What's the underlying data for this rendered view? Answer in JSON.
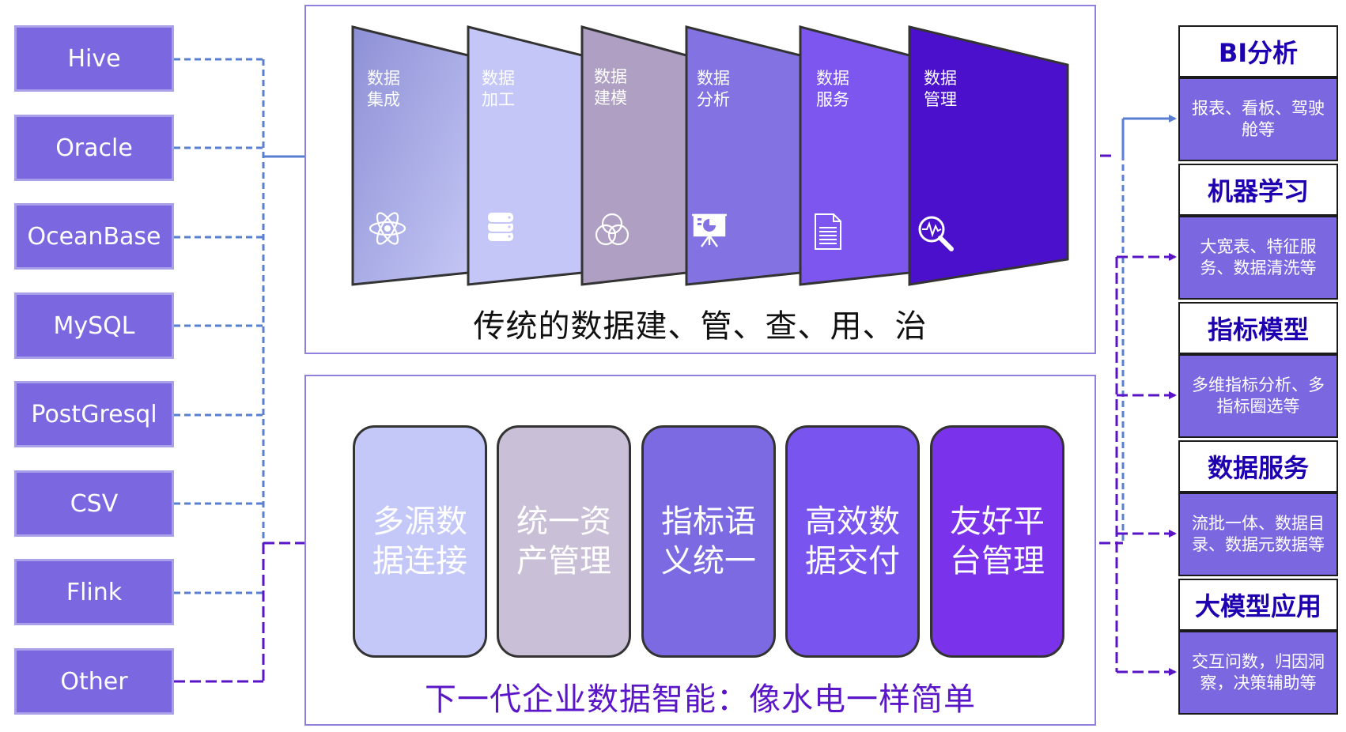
{
  "sources": [
    "Hive",
    "Oracle",
    "OceanBase",
    "MySQL",
    "PostGresql",
    "CSV",
    "Flink",
    "Other"
  ],
  "traditional": {
    "caption": "传统的数据建、管、查、用、治",
    "funnel": [
      {
        "label": "数据\n集成",
        "icon": "atom-icon"
      },
      {
        "label": "数据\n加工",
        "icon": "database-icon"
      },
      {
        "label": "数据\n建模",
        "icon": "venn-icon"
      },
      {
        "label": "数据\n分析",
        "icon": "presentation-chart-icon"
      },
      {
        "label": "数据\n服务",
        "icon": "document-icon"
      },
      {
        "label": "数据\n管理",
        "icon": "magnifier-pulse-icon"
      }
    ]
  },
  "next_gen": {
    "caption": "下一代企业数据智能：像水电一样简单",
    "cards": [
      "多源数据连接",
      "统一资产管理",
      "指标语义统一",
      "高效数据交付",
      "友好平台管理"
    ]
  },
  "outputs": [
    {
      "title": "BI分析",
      "desc": "报表、看板、驾驶舱等"
    },
    {
      "title": "机器学习",
      "desc": "大宽表、特征服务、数据清洗等"
    },
    {
      "title": "指标模型",
      "desc": "多维指标分析、多指标圈选等"
    },
    {
      "title": "数据服务",
      "desc": "流批一体、数据目录、数据元数据等"
    },
    {
      "title": "大模型应用",
      "desc": "交互问数，归因洞察，决策辅助等"
    }
  ],
  "colors": {
    "source_fill": "#7b68e0",
    "funnel": [
      "#b3b6ea",
      "#c3c6f6",
      "#ae9fc3",
      "#8272e2",
      "#7c56ef",
      "#4a10cc"
    ],
    "cards": [
      "#c4c8f8",
      "#c9bfd6",
      "#7c6ae2",
      "#7a54ee",
      "#7a32ea"
    ],
    "output_desc": "#7b68e0",
    "output_title": "#1f00b0",
    "next_caption": "#5b16c8",
    "blue_line": "#5a7fd0",
    "purple_line": "#5a14c8"
  }
}
